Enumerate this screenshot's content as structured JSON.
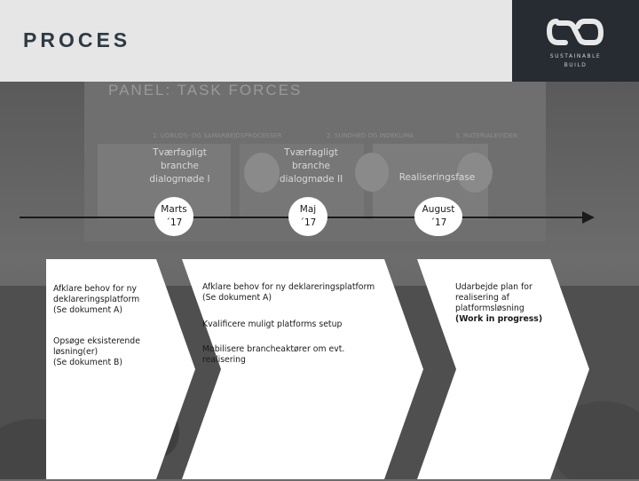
{
  "header": {
    "title": "PROCES",
    "logo_line1": "SUSTAINABLE",
    "logo_line2": "BUILD"
  },
  "background_photo": {
    "panel_heading": "PANEL: TASK FORCES",
    "topic_1": "1. UDBUDS- OG SAMARBEJDSPROCESSER",
    "topic_2": "2. SUNDHED OG INDEKLIMA",
    "topic_3": "3. MATERIALEVIDEN"
  },
  "phases": [
    {
      "label_1": "Tværfagligt",
      "label_2": "branche",
      "label_3": "dialogmøde I",
      "date_1": "Marts",
      "date_2": "´17"
    },
    {
      "label_1": "Tværfagligt",
      "label_2": "branche",
      "label_3": "dialogmøde II",
      "date_1": "Maj",
      "date_2": "´17"
    },
    {
      "label_1": "Realiseringsfase",
      "date_1": "August",
      "date_2": "´17"
    }
  ],
  "boxes": [
    {
      "item1_line1": "Afklare behov for ny",
      "item1_line2": "deklareringsplatform",
      "item1_line3": "(Se dokument A)",
      "item2_line1": "Opsøge eksisterende",
      "item2_line2": "løsning(er)",
      "item2_line3": "(Se dokument B)"
    },
    {
      "item1_line1": "Afklare behov for ny deklareringsplatform",
      "item1_line2": "(Se dokument A)",
      "item2_line1": "Kvalificere muligt platforms setup",
      "item3_line1": "Mobilisere brancheaktører om evt.",
      "item3_line2": "realisering"
    },
    {
      "item1_line1": "Udarbejde plan for",
      "item1_line2": "realisering af",
      "item1_line3": "platformsløsning",
      "item1_line4": "(Work in progress)"
    }
  ],
  "colors": {
    "header_bg": "#e6e6e6",
    "title": "#2e3a44",
    "logo_bg": "#262c32",
    "box_fill": "#ffffff",
    "timeline": "#1a1a1a"
  }
}
